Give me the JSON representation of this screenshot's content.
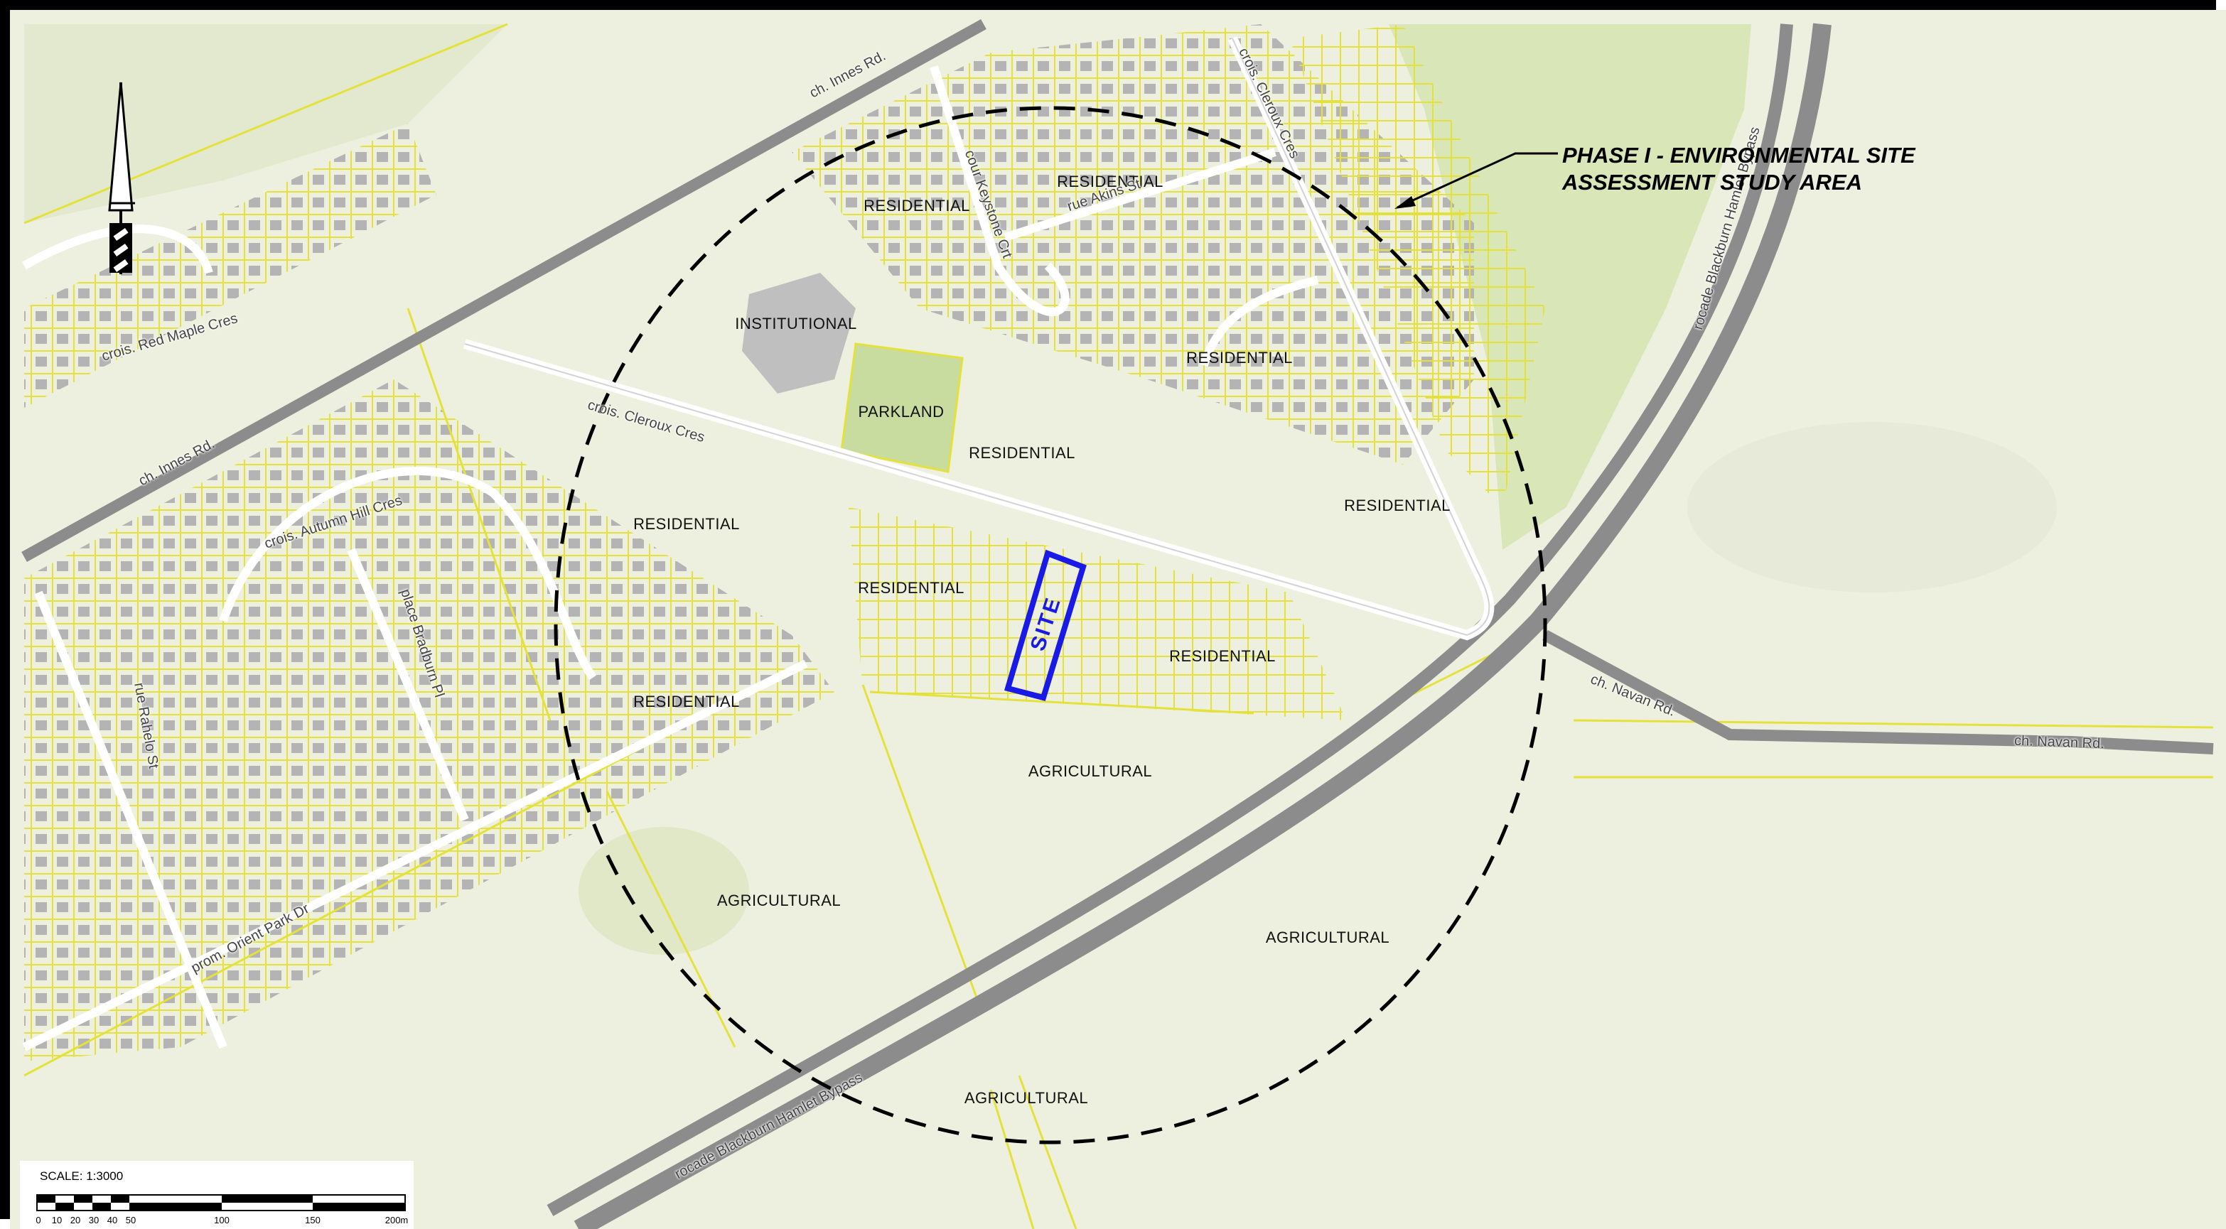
{
  "map": {
    "callout": {
      "line1": "PHASE I - ENVIRONMENTAL SITE",
      "line2": "ASSESSMENT STUDY AREA"
    },
    "site_label": "SITE",
    "land_use": [
      {
        "text": "RESIDENTIAL"
      },
      {
        "text": "RESIDENTIAL"
      },
      {
        "text": "INSTITUTIONAL"
      },
      {
        "text": "RESIDENTIAL"
      },
      {
        "text": "PARKLAND"
      },
      {
        "text": "RESIDENTIAL"
      },
      {
        "text": "RESIDENTIAL"
      },
      {
        "text": "RESIDENTIAL"
      },
      {
        "text": "RESIDENTIAL"
      },
      {
        "text": "RESIDENTIAL"
      },
      {
        "text": "RESIDENTIAL"
      },
      {
        "text": "AGRICULTURAL"
      },
      {
        "text": "AGRICULTURAL"
      },
      {
        "text": "AGRICULTURAL"
      },
      {
        "text": "AGRICULTURAL"
      }
    ],
    "roads": [
      {
        "text": "ch. Innes Rd."
      },
      {
        "text": "ch. Innes Rd."
      },
      {
        "text": "crois. Cleroux Cres"
      },
      {
        "text": "crois. Cleroux Cres"
      },
      {
        "text": "cour Keystone Crt"
      },
      {
        "text": "rue Akins St"
      },
      {
        "text": "crois. Red Maple Cres"
      },
      {
        "text": "crois. Autumn Hill Cres"
      },
      {
        "text": "place Bradburn Pl"
      },
      {
        "text": "rue Rahelo St"
      },
      {
        "text": "prom. Orient Park Dr"
      },
      {
        "text": "rocade Blackburn Hamlet Bypass"
      },
      {
        "text": "rocade Blackburn Hamlet Bypass"
      },
      {
        "text": "ch. Navan Rd."
      },
      {
        "text": "ch. Navan Rd."
      }
    ],
    "colors": {
      "parcel_line": "#e4e23a",
      "site_outline": "#1a1ae6",
      "road_fill": "#8c8c8c",
      "background": "#eef0df",
      "forest": "#d8e6b8"
    }
  },
  "scale": {
    "title": "SCALE: 1:3000",
    "ticks": [
      "0",
      "10",
      "20",
      "30",
      "40",
      "50",
      "100",
      "150",
      "200m"
    ]
  }
}
